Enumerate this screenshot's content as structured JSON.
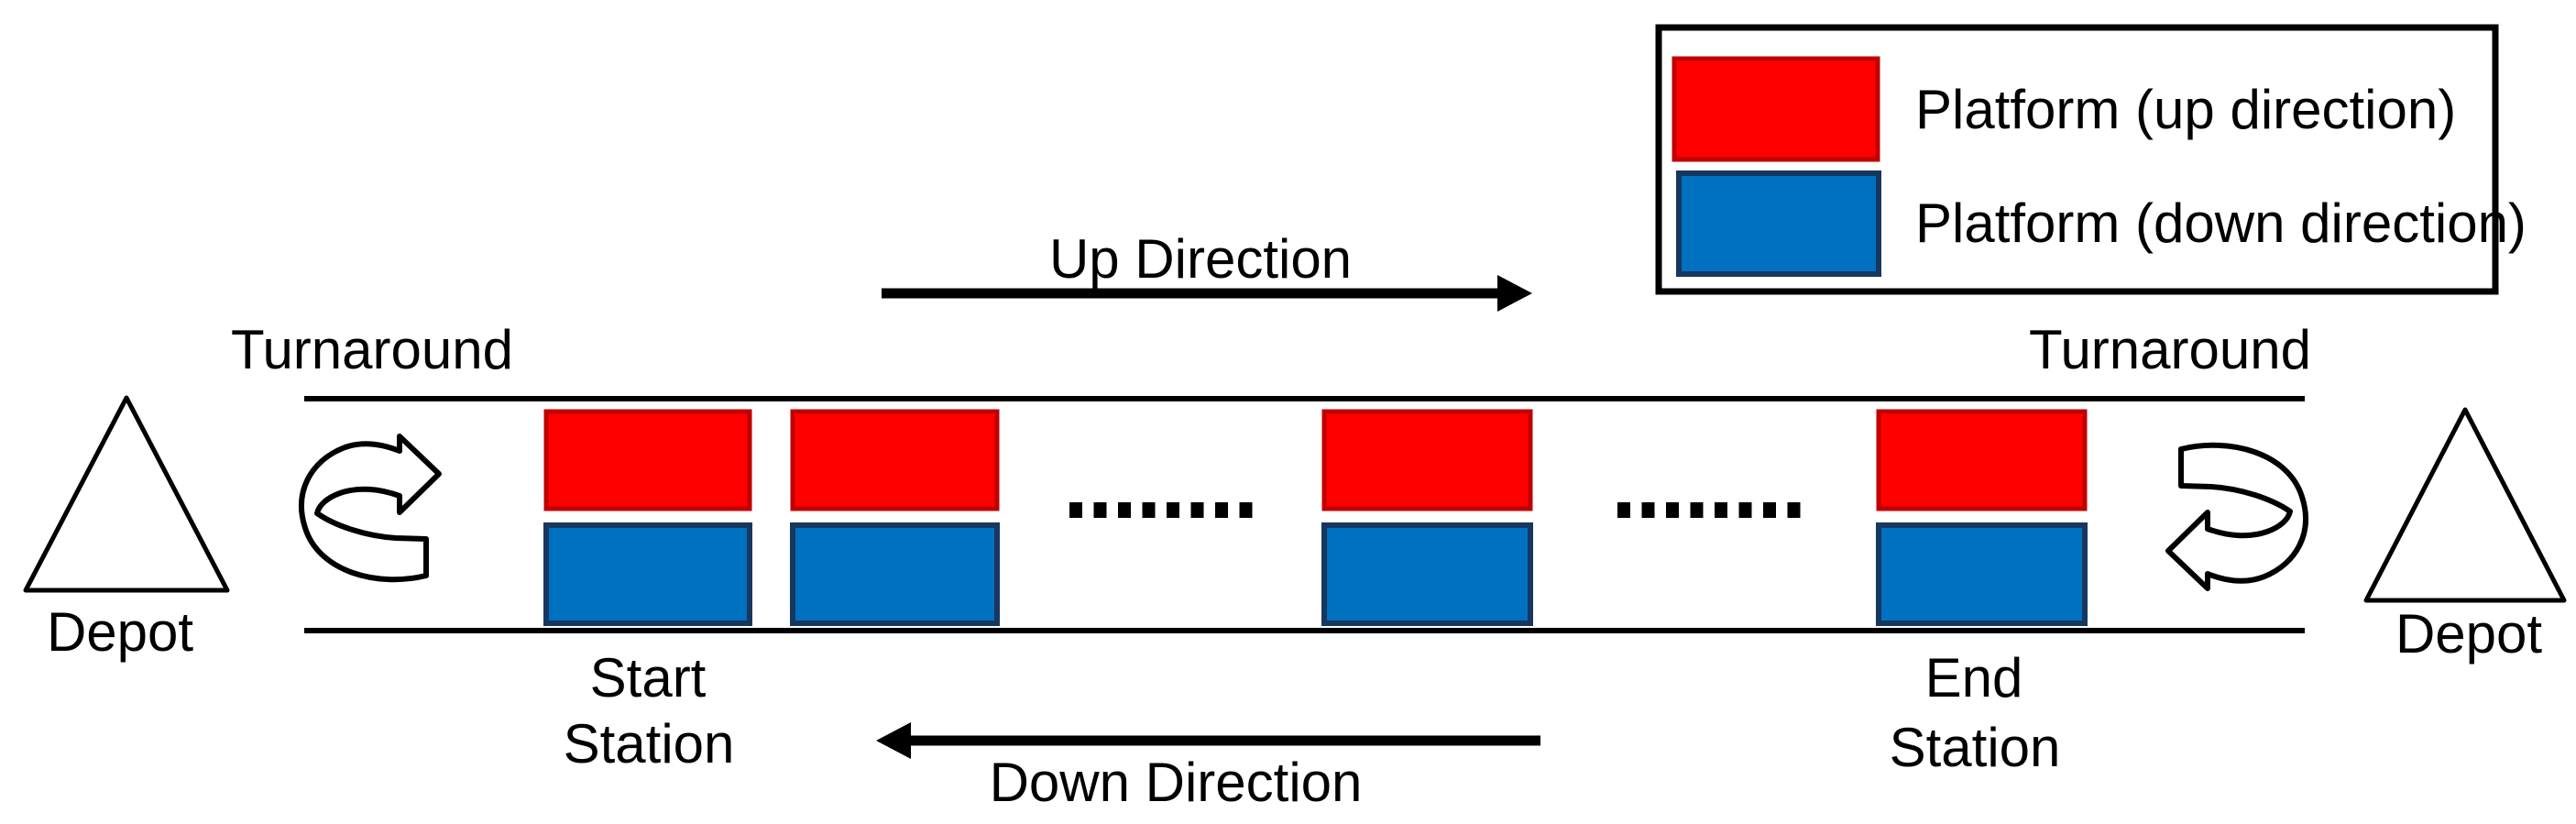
{
  "labels": {
    "turnaround_left": "Turnaround",
    "turnaround_right": "Turnaround",
    "depot_left": "Depot",
    "depot_right": "Depot",
    "up_direction": "Up Direction",
    "down_direction": "Down Direction",
    "start_station": [
      "Start",
      "Station"
    ],
    "end_station": [
      "End",
      "Station"
    ]
  },
  "legend": {
    "items": [
      {
        "label": "Platform (up direction)",
        "swatch_color": "#FF0000",
        "swatch_border": "#C00000"
      },
      {
        "label": "Platform (down direction)",
        "swatch_color": "#0070C0",
        "swatch_border": "#17375E"
      }
    ]
  },
  "colors": {
    "platform_up_fill": "#FF0000",
    "platform_up_border": "#C00000",
    "platform_down_fill": "#0070C0",
    "platform_down_border": "#17375E",
    "track_line": "#000000",
    "text": "#000000",
    "shape_outline": "#000000",
    "shape_fill": "#FFFFFF",
    "background": "#FFFFFF"
  },
  "structure": {
    "visible_station_count": 4,
    "platforms_per_station": 2,
    "continuation_dot_groups": 2,
    "dots_per_group": 8
  }
}
